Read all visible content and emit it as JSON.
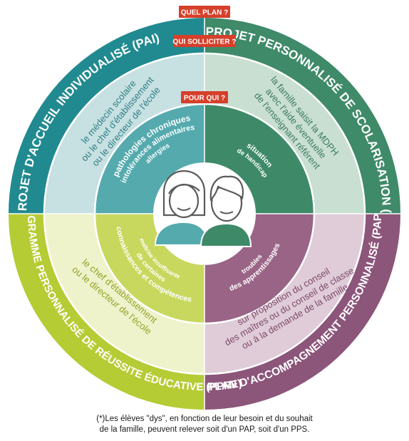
{
  "tags": {
    "quel_plan": "QUEL PLAN ?",
    "qui_solliciter": "QUI SOLLICITER ?",
    "pour_qui": "POUR QUI ?"
  },
  "plans": {
    "pai": "PROJET D'ACCUEIL INDIVIDUALISÉ (PAI)",
    "pps": "PROJET PERSONNALISÉ DE SCOLARISATION (PPS)*",
    "ppre": "PROGRAMME PERSONNALISÉ DE RÉUSSITE ÉDUCATIVE (PPRE)",
    "pap": "PLAN D'ACCOMPAGNEMENT PERSONNALISÉ (PAP)*"
  },
  "who_to_ask": {
    "pai": [
      "le médecin scolaire",
      "ou le chef d'établissement",
      "ou le directeur de l'école"
    ],
    "pps": [
      "la famille saisit la MDPH",
      "avec l'aide éventuelle",
      "de l'enseignant référent"
    ],
    "ppre": [
      "le chef d'établissement",
      "ou le directeur de l'école"
    ],
    "pap": [
      "sur proposition du conseil",
      "des maîtres ou du conseil de classe",
      "ou à la demande de la famille"
    ]
  },
  "for_whom": {
    "pai": [
      "pathologies chroniques",
      "intolérances alimentaires",
      "allergies"
    ],
    "pps": [
      "situation",
      "de handicap"
    ],
    "ppre": [
      "maîtrise insuffisante",
      "de certaines",
      "connaissances et compétences"
    ],
    "pap": [
      "troubles",
      "des apprentissages"
    ]
  },
  "footnote": {
    "line1": "(*)Les élèves \"dys\", en fonction de leur besoin et du souhait",
    "line2": "de la famille, peuvent relever soit d'un PAP, soit d'un PPS."
  },
  "colors": {
    "pai_outer": "#218a90",
    "pai_mid": "#c7e0e1",
    "pai_inner": "#55aaae",
    "pps_outer": "#3f8a69",
    "pps_mid": "#c9dfd2",
    "pps_inner": "#3e8a68",
    "ppre_outer": "#b5cc35",
    "ppre_mid": "#eef3cb",
    "ppre_inner": "#c8d85e",
    "pap_outer": "#8c557a",
    "pap_mid": "#dfccd8",
    "pap_inner": "#9a6486",
    "tag": "#d63f2a",
    "text_pai": "#2d7f86",
    "text_pps": "#3a7a5c",
    "text_ppre": "#8ea324",
    "text_pap": "#7d4a6c",
    "face_outline": "#e9e9e9"
  },
  "icons": [
    "girl-avatar-icon",
    "boy-avatar-icon"
  ]
}
